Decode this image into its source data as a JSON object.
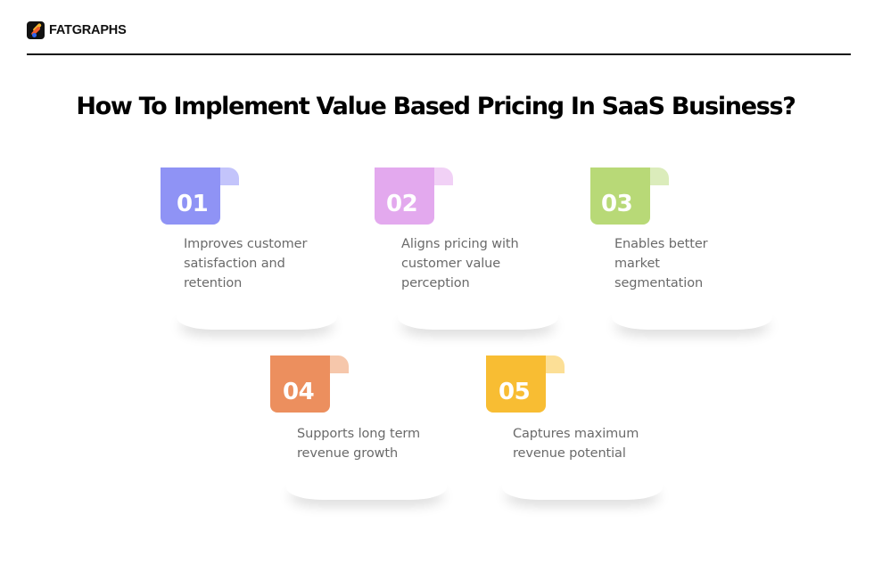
{
  "header": {
    "brand_name": "FATGRAPHS",
    "logo_icon": "fatgraphs-logo-icon"
  },
  "title": "How To Implement Value Based Pricing In SaaS Business?",
  "cards": [
    {
      "number": "01",
      "text": "Improves customer satisfaction and retention",
      "color": "#8f93f5",
      "tab_color": "#c3c4fb"
    },
    {
      "number": "02",
      "text": "Aligns pricing with customer value perception",
      "color": "#e3a9ee",
      "tab_color": "#f1d1f6"
    },
    {
      "number": "03",
      "text": "Enables better market segmentation",
      "color": "#b8d977",
      "tab_color": "#dbecbb"
    },
    {
      "number": "04",
      "text": "Supports long term revenue growth",
      "color": "#ec8f5e",
      "tab_color": "#f6c7ab"
    },
    {
      "number": "05",
      "text": "Captures maximum revenue potential",
      "color": "#f8bd33",
      "tab_color": "#fcdf96"
    }
  ],
  "colors": {
    "title": "#000000",
    "body_text": "#6a6a6a",
    "rule": "#111111"
  }
}
